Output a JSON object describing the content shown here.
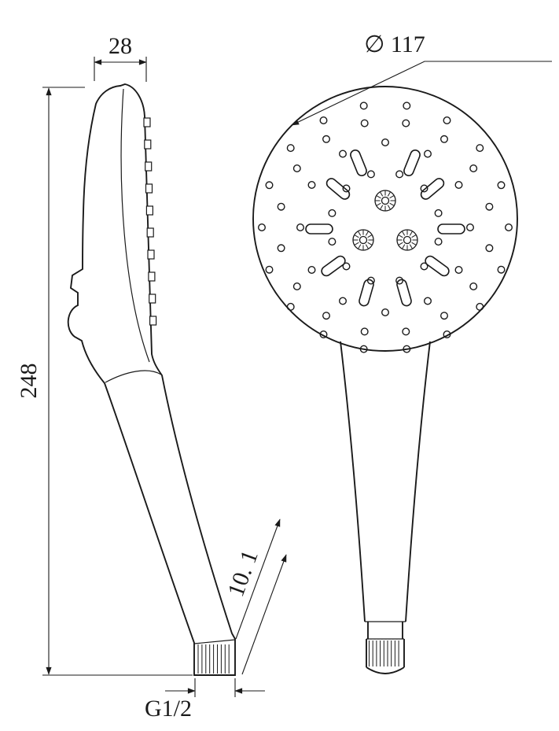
{
  "drawing": {
    "colors": {
      "ink": "#1a1a1a",
      "background": "#ffffff"
    },
    "dimensions": {
      "top_width": "28",
      "overall_height": "248",
      "head_diameter": "∅ 117",
      "thread_length": "10. 1",
      "thread_spec": "G1/2"
    }
  }
}
